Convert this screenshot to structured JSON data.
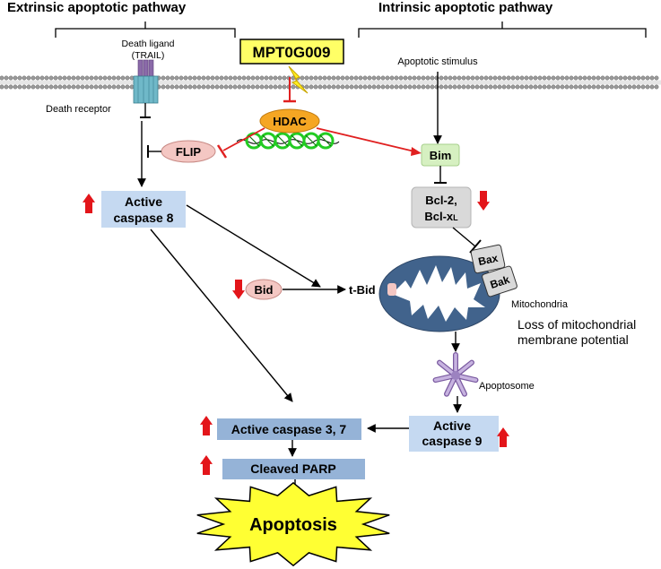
{
  "headers": {
    "extrinsic": "Extrinsic apoptotic pathway",
    "intrinsic": "Intrinsic apoptotic pathway"
  },
  "drug": "MPT0G009",
  "death_ligand": {
    "line1": "Death ligand",
    "line2": "(TRAIL)"
  },
  "death_receptor": "Death receptor",
  "apoptotic_stimulus": "Apoptotic stimulus",
  "hdac": "HDAC",
  "flip": "FLIP",
  "bim": "Bim",
  "bcl": {
    "line1": "Bcl-2,",
    "line2": "Bcl-x",
    "line2_sub": "L"
  },
  "caspase8": {
    "line1": "Active",
    "line2": "caspase 8"
  },
  "bid": "Bid",
  "tbid": "t-Bid",
  "bax": "Bax",
  "bak": "Bak",
  "mitochondria": "Mitochondria",
  "loss": {
    "line1": "Loss of mitochondrial",
    "line2": "membrane potential"
  },
  "apoptosome": "Apoptosome",
  "caspase9": {
    "line1": "Active",
    "line2": "caspase 9"
  },
  "caspase37": "Active caspase 3, 7",
  "parp": "Cleaved PARP",
  "apoptosis": "Apoptosis",
  "colors": {
    "box_fill": "#c5d9f1",
    "box_dark": "#95b3d7",
    "hdac_fill": "#f5a623",
    "flip_fill": "#f4c7c3",
    "bim_fill": "#d6f0c1",
    "bcl_fill": "#d9d9d9",
    "mito_fill": "#41638c",
    "star_fill": "#ffff33",
    "inhibit_red": "#e02020",
    "up_arrow": "#e3151a",
    "chromatin": "#22cc22"
  }
}
